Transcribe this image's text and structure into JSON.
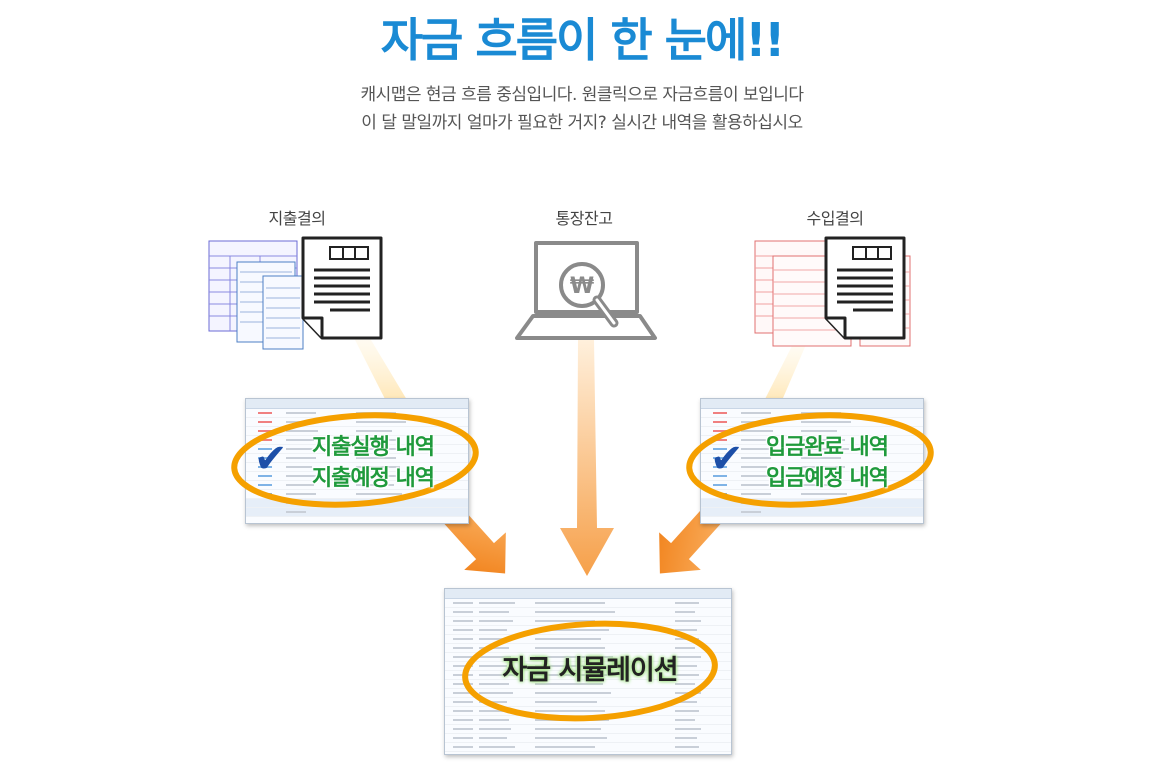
{
  "header": {
    "title": "자금 흐름이 한 눈에!!",
    "subtitle_line1": "캐시맵은 현금 흐름 중심입니다. 원클릭으로 자금흐름이 보입니다",
    "subtitle_line2": "이 달 말일까지 얼마가 필요한 거지? 실시간 내역을 활용하십시오"
  },
  "sources": {
    "left": {
      "label": "지출결의",
      "icon": "document-icon"
    },
    "center": {
      "label": "통장잔고",
      "icon": "laptop-won-search-icon"
    },
    "right": {
      "label": "수입결의",
      "icon": "document-icon"
    }
  },
  "highlights": {
    "left": {
      "line1": "지출실행 내역",
      "line2": "지출예정 내역",
      "check": "✔"
    },
    "right": {
      "line1": "입금완료 내역",
      "line2": "입금예정 내역",
      "check": "✔"
    },
    "center": {
      "text": "자금 시뮬레이션"
    }
  },
  "colors": {
    "title": "#1a8ad4",
    "highlight_text": "#1f9a3c",
    "ellipse": "#f5a000",
    "arrow": "#f58a1f",
    "check": "#1d4fa8"
  }
}
